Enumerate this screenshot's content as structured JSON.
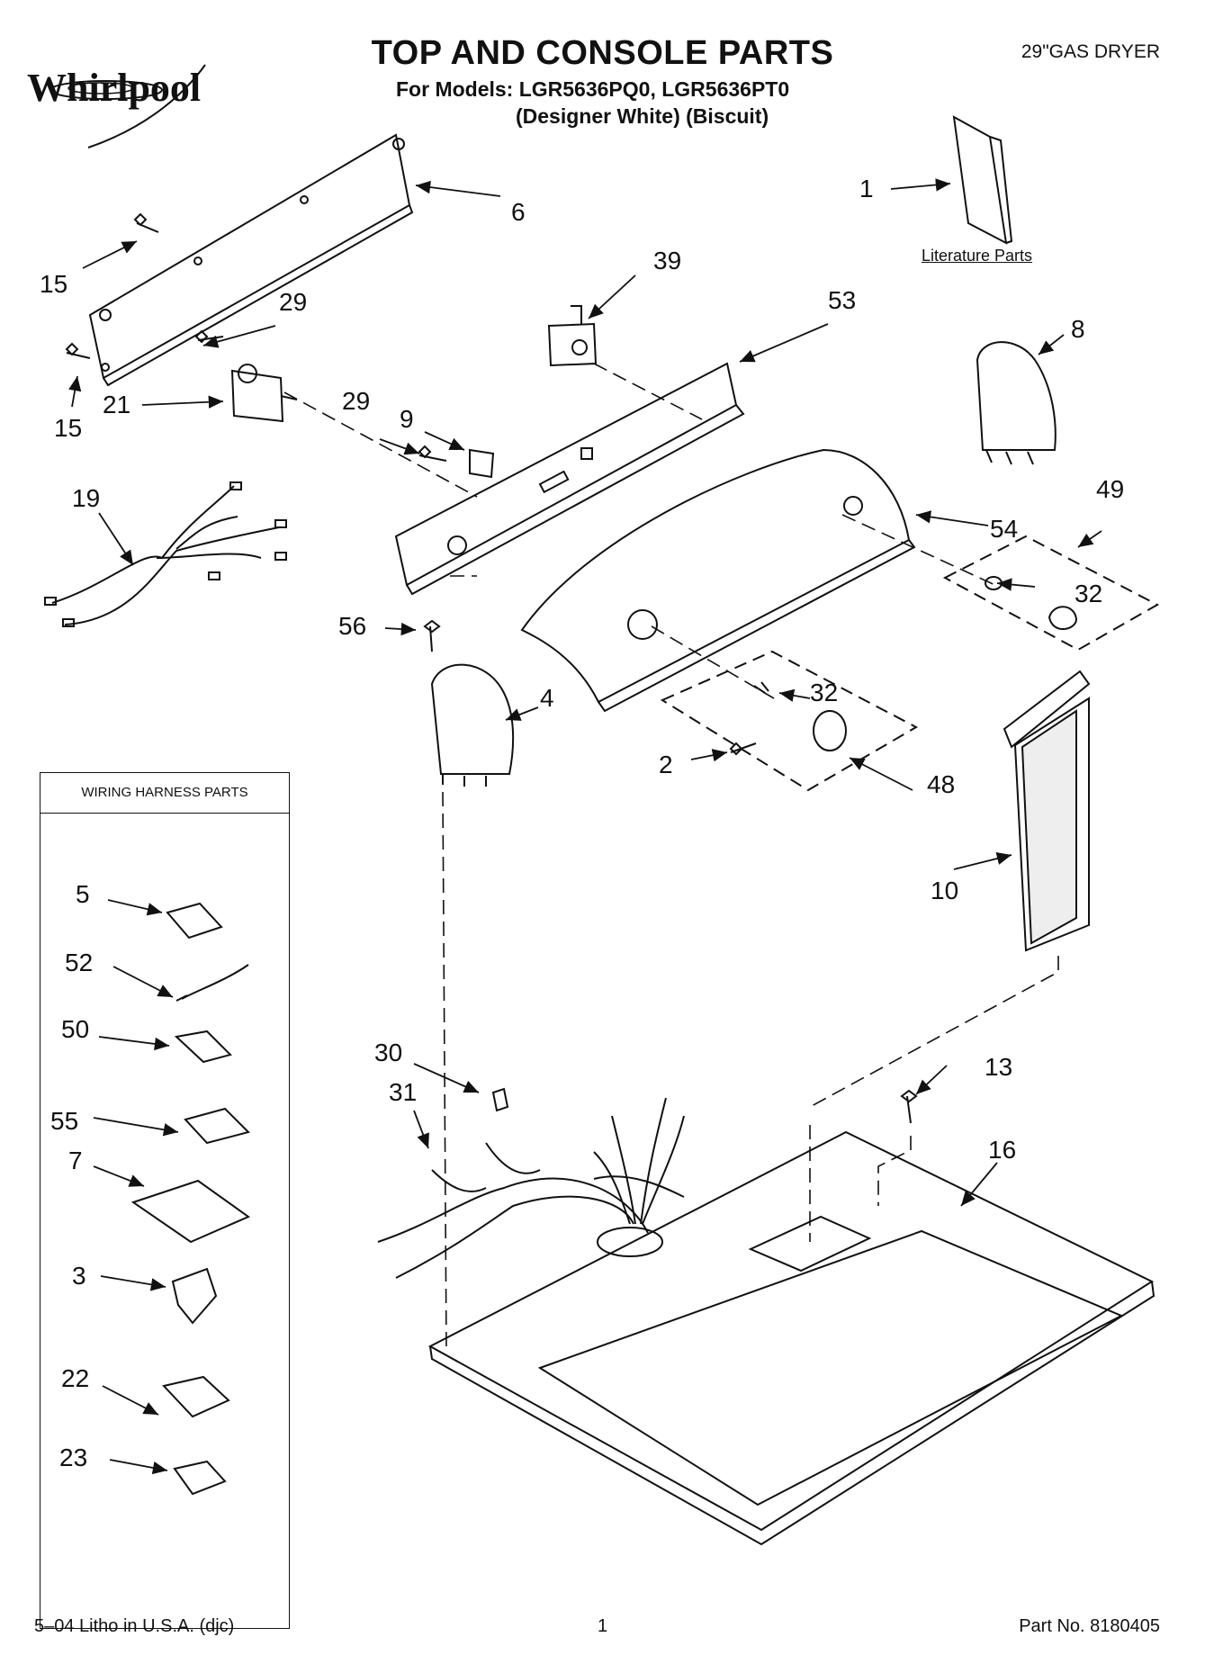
{
  "brand": {
    "logo_text": "Whirlpool",
    "logo_icon": "whirlpool-swirl-icon"
  },
  "header": {
    "title": "TOP AND CONSOLE PARTS",
    "models_line": "For Models: LGR5636PQ0, LGR5636PT0",
    "variants_line": "(Designer White)   (Biscuit)",
    "product": "29\"GAS DRYER"
  },
  "literature": {
    "label": "Literature Parts",
    "callout": "1"
  },
  "callouts": {
    "c1": "1",
    "c2": "2",
    "c4": "4",
    "c6": "6",
    "c8": "8",
    "c9": "9",
    "c10": "10",
    "c13": "13",
    "c15a": "15",
    "c15b": "15",
    "c16": "16",
    "c19": "19",
    "c21": "21",
    "c29a": "29",
    "c29b": "29",
    "c30": "30",
    "c31": "31",
    "c32a": "32",
    "c32b": "32",
    "c39": "39",
    "c48": "48",
    "c49": "49",
    "c53": "53",
    "c54": "54",
    "c56": "56"
  },
  "wiring_harness": {
    "title": "WIRING HARNESS PARTS",
    "items": [
      "5",
      "52",
      "50",
      "55",
      "7",
      "3",
      "22",
      "23"
    ]
  },
  "footer": {
    "left": "5–04 Litho in U.S.A. (djc)",
    "page": "1",
    "part_no": "Part No. 8180405"
  }
}
